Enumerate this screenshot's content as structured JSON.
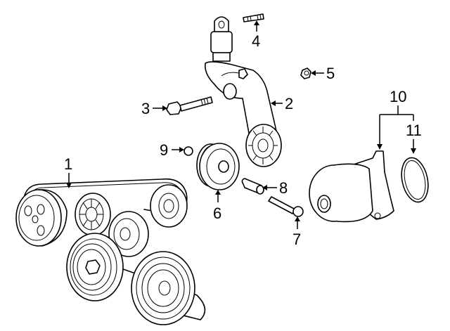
{
  "diagram": {
    "title": "Belts & Pulleys / Water Pump exploded parts diagram",
    "callouts": [
      {
        "number": "1",
        "part": "serpentine-belt"
      },
      {
        "number": "2",
        "part": "belt-tensioner"
      },
      {
        "number": "3",
        "part": "tensioner-bolt"
      },
      {
        "number": "4",
        "part": "stud"
      },
      {
        "number": "5",
        "part": "nut"
      },
      {
        "number": "6",
        "part": "idler-pulley"
      },
      {
        "number": "7",
        "part": "idler-bolt"
      },
      {
        "number": "8",
        "part": "spacer-collar"
      },
      {
        "number": "9",
        "part": "dust-cap"
      },
      {
        "number": "10",
        "part": "water-pump-assembly"
      },
      {
        "number": "11",
        "part": "water-pump-gasket"
      }
    ]
  }
}
